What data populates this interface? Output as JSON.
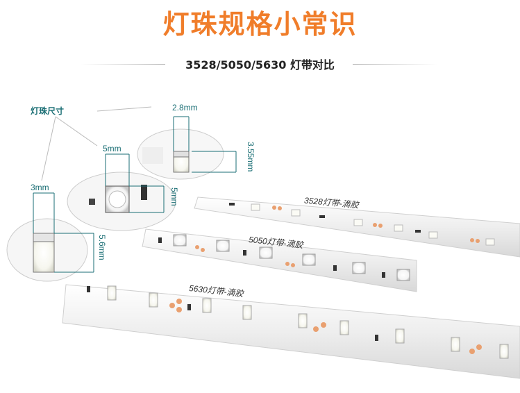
{
  "header": {
    "title": "灯珠规格小常识",
    "subtitle": "3528/5050/5630 灯带对比"
  },
  "annotations": {
    "size_label": "灯珠尺寸",
    "dim_2_8": "2.8mm",
    "dim_3_55": "3.55mm",
    "dim_5_w": "5mm",
    "dim_5_h": "5mm",
    "dim_3": "3mm",
    "dim_5_6": "5.6mm"
  },
  "strips": {
    "strip_3528": "3528灯带-滴胶",
    "strip_5050": "5050灯带-滴胶",
    "strip_5630": "5630灯带-滴胶"
  },
  "colors": {
    "title": "#f07d2a",
    "annotation": "#1a6e74",
    "strip": "#f2f2f2",
    "led": "#fbfbf5",
    "copper": "#e9a070"
  }
}
